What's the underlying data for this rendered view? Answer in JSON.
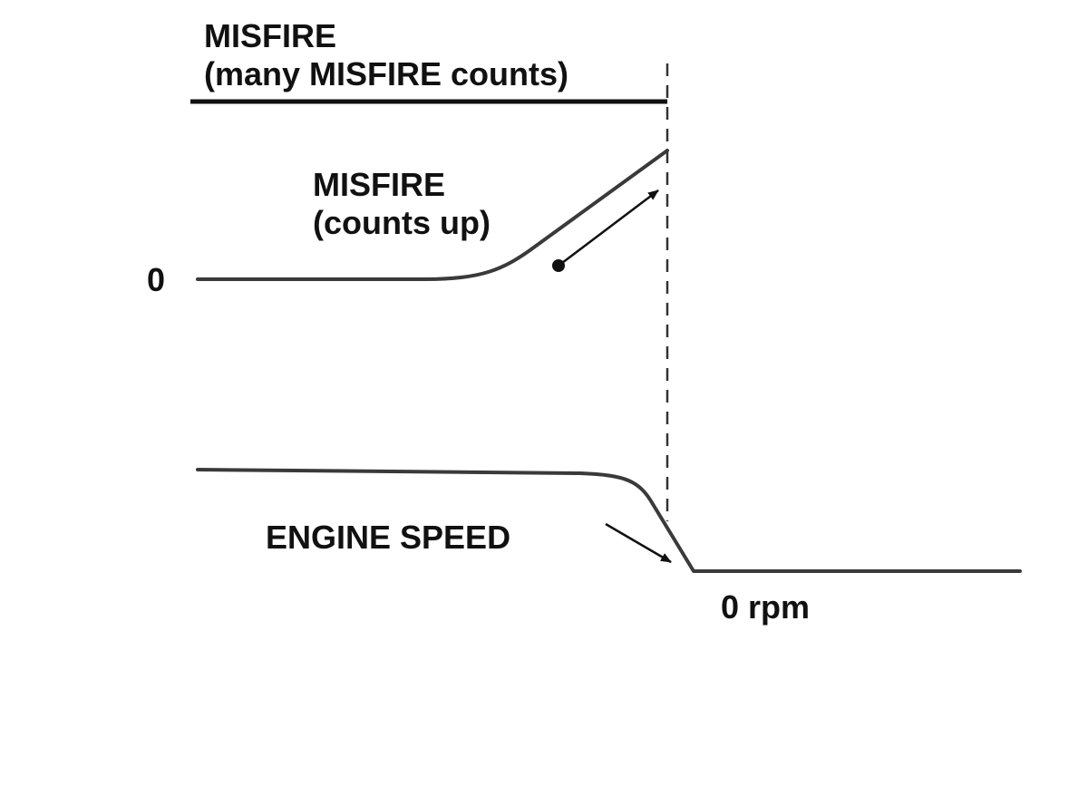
{
  "labels": {
    "misfire_header_line1": "MISFIRE",
    "misfire_header_line2": "(many MISFIRE counts)",
    "misfire_curve_line1": "MISFIRE",
    "misfire_curve_line2": "(counts up)",
    "zero": "0",
    "engine_speed": "ENGINE SPEED",
    "zero_rpm": "0 rpm"
  },
  "colors": {
    "curve": "#3a3a3a",
    "text": "#111111",
    "background": "#ffffff"
  }
}
